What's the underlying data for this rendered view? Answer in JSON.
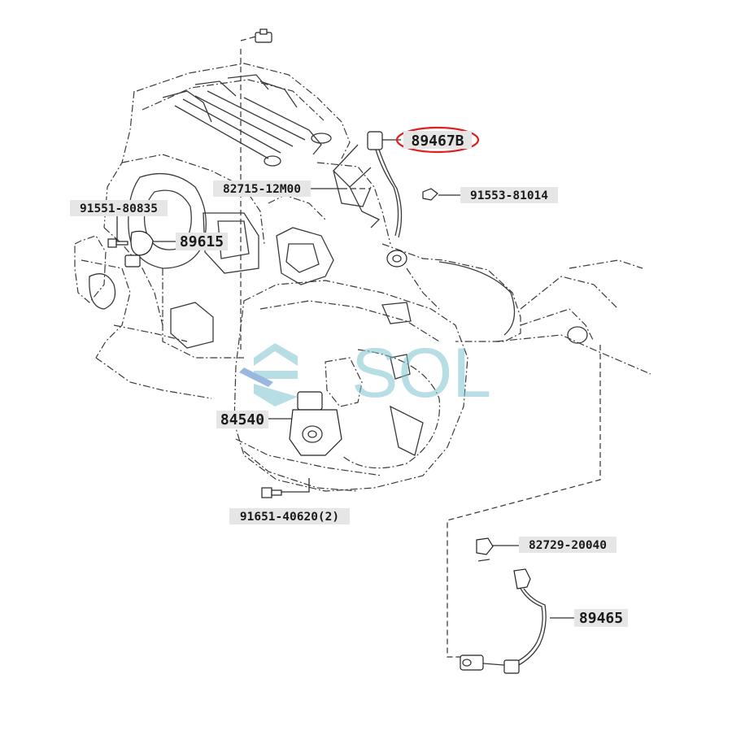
{
  "diagram": {
    "highlight_color": "#e02020",
    "label_background": "#e6e6e6",
    "labels": {
      "p89467b": "89467B",
      "p82715": "82715-12M00",
      "p91553": "91553-81014",
      "p91551": "91551-80835",
      "p89615": "89615",
      "p84540": "84540",
      "p91651": "91651-40620(2)",
      "p82729": "82729-20040",
      "p89465": "89465"
    },
    "watermark": {
      "text": "SOL",
      "color": "#7ec3d1"
    }
  }
}
